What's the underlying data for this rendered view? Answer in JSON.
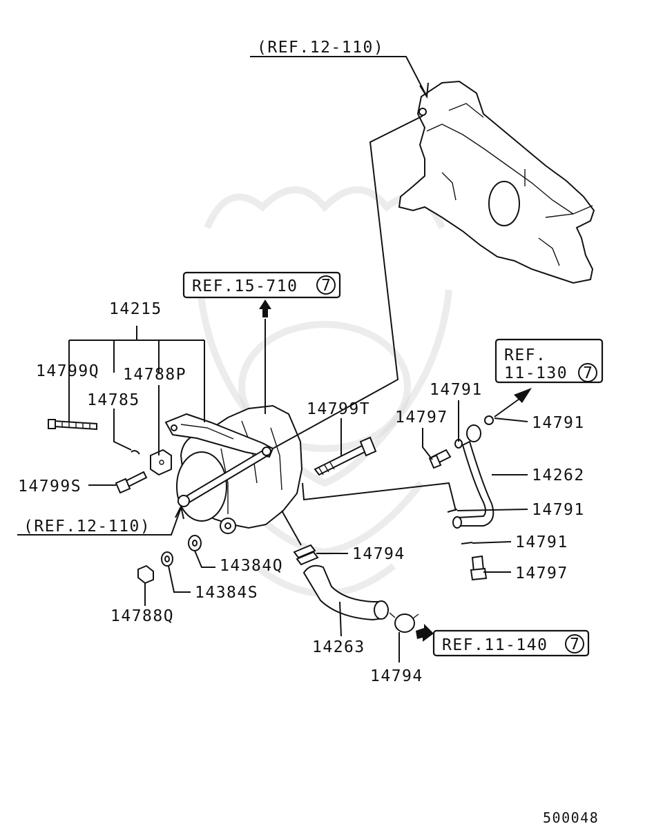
{
  "diagram_id": "500048",
  "references": {
    "ref_top": "(REF.12-110)",
    "ref_left": "(REF.12-110)",
    "ref_15_710": "REF.15-710",
    "ref_11_130_line1": "REF.",
    "ref_11_130_line2": "11-130",
    "ref_11_140": "REF.11-140",
    "page_circle": "7"
  },
  "parts": {
    "p14215": "14215",
    "p14799Q": "14799Q",
    "p14788P": "14788P",
    "p14785": "14785",
    "p14799S": "14799S",
    "p14799T": "14799T",
    "p14791_a": "14791",
    "p14791_b": "14791",
    "p14791_c": "14791",
    "p14791_d": "14791",
    "p14797_a": "14797",
    "p14797_b": "14797",
    "p14262": "14262",
    "p14794_a": "14794",
    "p14794_b": "14794",
    "p14384Q": "14384Q",
    "p14384S": "14384S",
    "p14788Q": "14788Q",
    "p14263": "14263"
  }
}
